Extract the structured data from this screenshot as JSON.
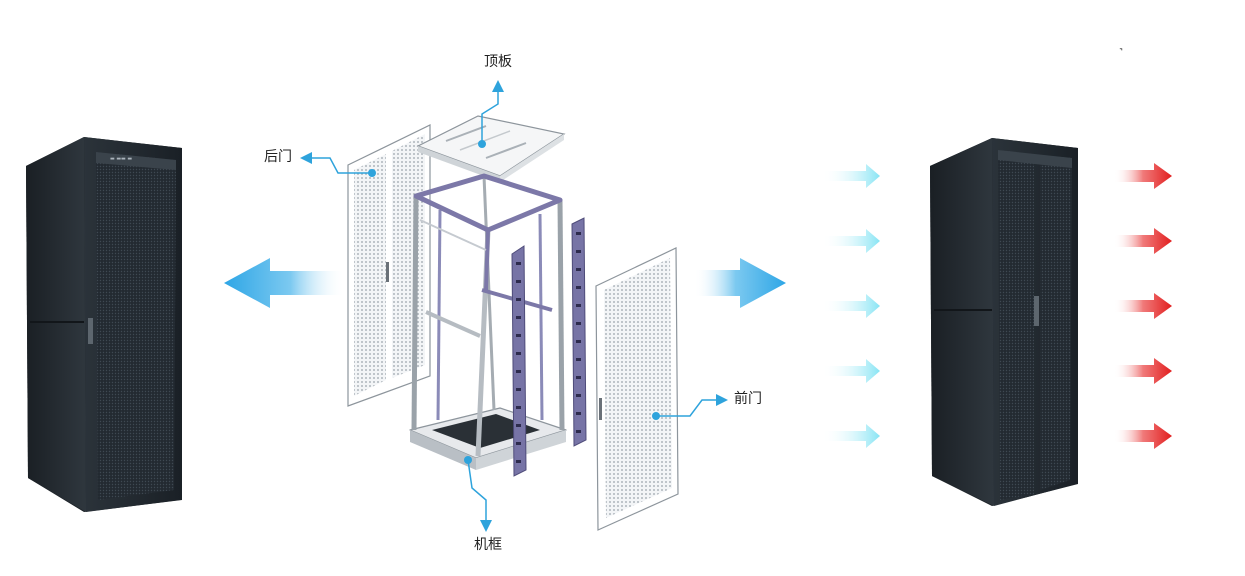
{
  "labels": {
    "top_panel": "顶板",
    "rear_door": "后门",
    "front_door": "前门",
    "frame": "机框"
  },
  "corner_mark": "˺",
  "colors": {
    "cabinet_dark": "#1f252b",
    "cabinet_edge": "#343c44",
    "mesh_light": "#eef0f2",
    "frame_purple": "#7c78a8",
    "callout_blue": "#2ea3dc",
    "airflow_blue": "#48b4ec",
    "cool_air_cyan": "#8fe6f4",
    "hot_air_red": "#e62a2a"
  },
  "icons": {
    "cool_airflow": "arrow-right-icon",
    "hot_airflow": "arrow-right-icon",
    "exhaust_flow": "arrow-left-icon",
    "callout_pointer": "arrow-icon"
  }
}
